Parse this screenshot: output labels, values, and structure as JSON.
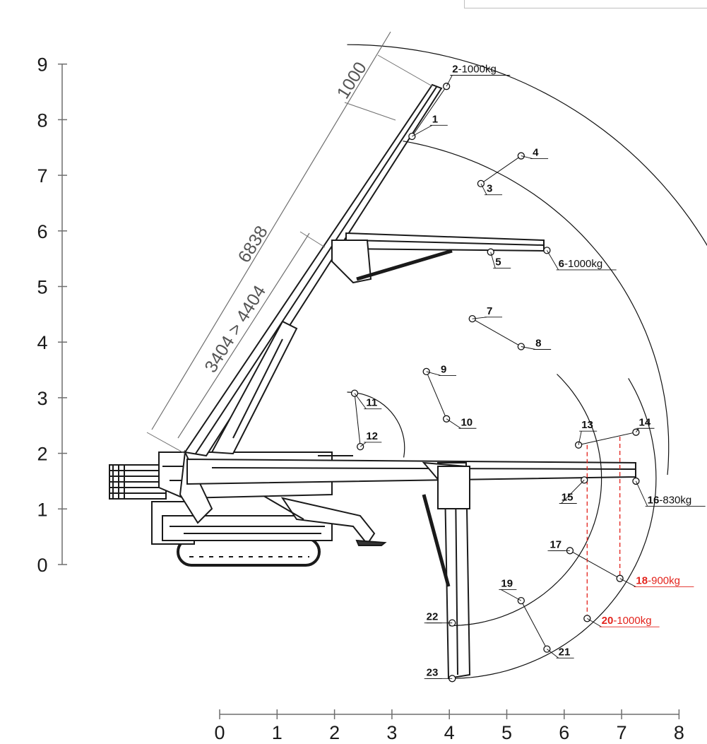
{
  "axes": {
    "y_ticks": [
      "0",
      "1",
      "2",
      "3",
      "4",
      "5",
      "6",
      "7",
      "8",
      "9"
    ],
    "x_ticks": [
      "0",
      "1",
      "2",
      "3",
      "4",
      "5",
      "6",
      "7",
      "8"
    ]
  },
  "dimensions": {
    "d1000": "1000",
    "d6838": "6838",
    "dtele": "3404 > 4404"
  },
  "colors": {
    "ink": "#111111",
    "grey": "#6e6e6e",
    "highlight": "#e3231c"
  },
  "points": [
    {
      "id": "p1",
      "label": "1",
      "x": 3.35,
      "y": 7.7,
      "lx": 3.7,
      "ly": 7.95
    },
    {
      "id": "p3",
      "label": "3",
      "x": 4.55,
      "y": 6.85,
      "lx": 4.65,
      "ly": 6.7
    },
    {
      "id": "p4",
      "label": "4",
      "x": 5.25,
      "y": 7.35,
      "lx": 5.45,
      "ly": 7.35
    },
    {
      "id": "p5",
      "label": "5",
      "x": 4.72,
      "y": 5.62,
      "lx": 4.8,
      "ly": 5.38
    },
    {
      "id": "p7",
      "label": "7",
      "x": 4.4,
      "y": 4.42,
      "lx": 4.65,
      "ly": 4.5
    },
    {
      "id": "p8",
      "label": "8",
      "x": 5.25,
      "y": 3.92,
      "lx": 5.5,
      "ly": 3.92
    },
    {
      "id": "p9",
      "label": "9",
      "x": 3.6,
      "y": 3.47,
      "lx": 3.85,
      "ly": 3.45
    },
    {
      "id": "p10",
      "label": "10",
      "x": 3.95,
      "y": 2.62,
      "lx": 4.2,
      "ly": 2.5
    },
    {
      "id": "p11",
      "label": "11",
      "x": 2.35,
      "y": 3.08,
      "lx": 2.55,
      "ly": 2.85
    },
    {
      "id": "p12",
      "label": "12",
      "x": 2.45,
      "y": 2.12,
      "lx": 2.55,
      "ly": 2.25
    },
    {
      "id": "p13",
      "label": "13",
      "x": 6.25,
      "y": 2.15,
      "lx": 6.3,
      "ly": 2.45
    },
    {
      "id": "p14",
      "label": "14",
      "x": 7.25,
      "y": 2.38,
      "lx": 7.3,
      "ly": 2.5
    },
    {
      "id": "p15",
      "label": "15",
      "x": 6.35,
      "y": 1.52,
      "lx": 5.95,
      "ly": 1.15
    },
    {
      "id": "p17",
      "label": "17",
      "x": 6.1,
      "y": 0.25,
      "lx": 5.75,
      "ly": 0.3
    },
    {
      "id": "p19",
      "label": "19",
      "x": 5.25,
      "y": -0.65,
      "lx": 4.9,
      "ly": -0.4
    },
    {
      "id": "p21",
      "label": "21",
      "x": 5.7,
      "y": -1.52,
      "lx": 5.9,
      "ly": -1.63
    },
    {
      "id": "p22",
      "label": "22",
      "x": 4.05,
      "y": -1.05,
      "lx": 3.6,
      "ly": -1.0
    },
    {
      "id": "p23",
      "label": "23",
      "x": 4.05,
      "y": -2.05,
      "lx": 3.6,
      "ly": -2.0
    }
  ],
  "load_points": [
    {
      "id": "p2",
      "num": "2",
      "load": "-1000kg",
      "x": 3.95,
      "y": 8.6,
      "lx": 4.05,
      "ly": 8.85,
      "highlight": false
    },
    {
      "id": "p6",
      "num": "6",
      "load": "-1000kg",
      "x": 5.7,
      "y": 5.65,
      "lx": 5.9,
      "ly": 5.35,
      "highlight": false
    },
    {
      "id": "p16",
      "num": "16",
      "load": "-830kg",
      "x": 7.25,
      "y": 1.5,
      "lx": 7.45,
      "ly": 1.1,
      "highlight": false
    },
    {
      "id": "p18",
      "num": "18",
      "load": "-900kg",
      "x": 6.97,
      "y": -0.25,
      "lx": 7.25,
      "ly": -0.35,
      "highlight": true
    },
    {
      "id": "p20",
      "num": "20",
      "load": "-1000kg",
      "x": 6.4,
      "y": -0.97,
      "lx": 6.65,
      "ly": -1.07,
      "highlight": true
    }
  ]
}
